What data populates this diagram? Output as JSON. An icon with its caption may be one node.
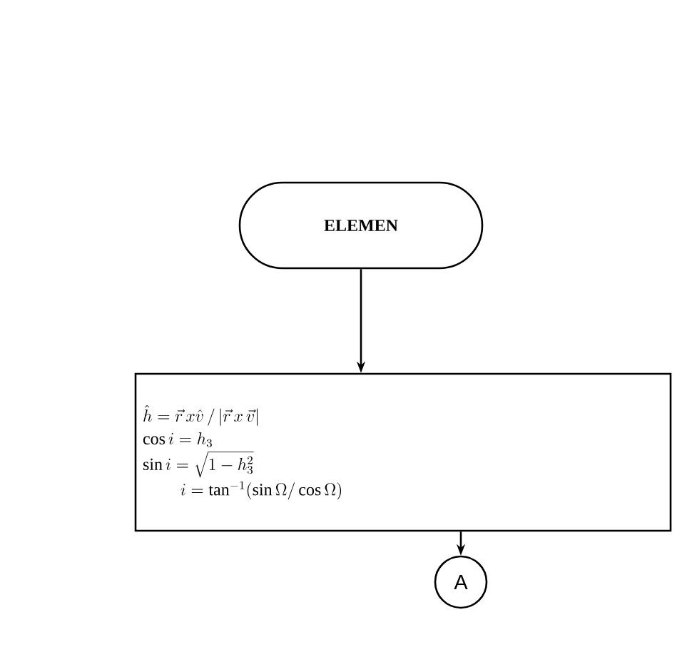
{
  "diagram": {
    "nodes": [
      {
        "text": [
          "ELEMEN"
        ]
      },
      {
        "text": [
          "\\hat{h} = \\vec{r}\\, x \\hat{v} \\,/\\, |\\vec{r} \\, x \\, \\vec{v}|",
          "\\cos i = h_3",
          "\\sin i = \\sqrt{1 - h_3^2}",
          "i = \\tan^{-1}(\\sin\\Omega / \\cos\\Omega)"
        ]
      },
      {
        "text": [
          "A"
        ]
      }
    ],
    "edges": [
      {
        "from": 0,
        "to": 1,
        "arrow": "to"
      },
      {
        "from": 1,
        "to": 2,
        "arrow": "to"
      }
    ]
  }
}
